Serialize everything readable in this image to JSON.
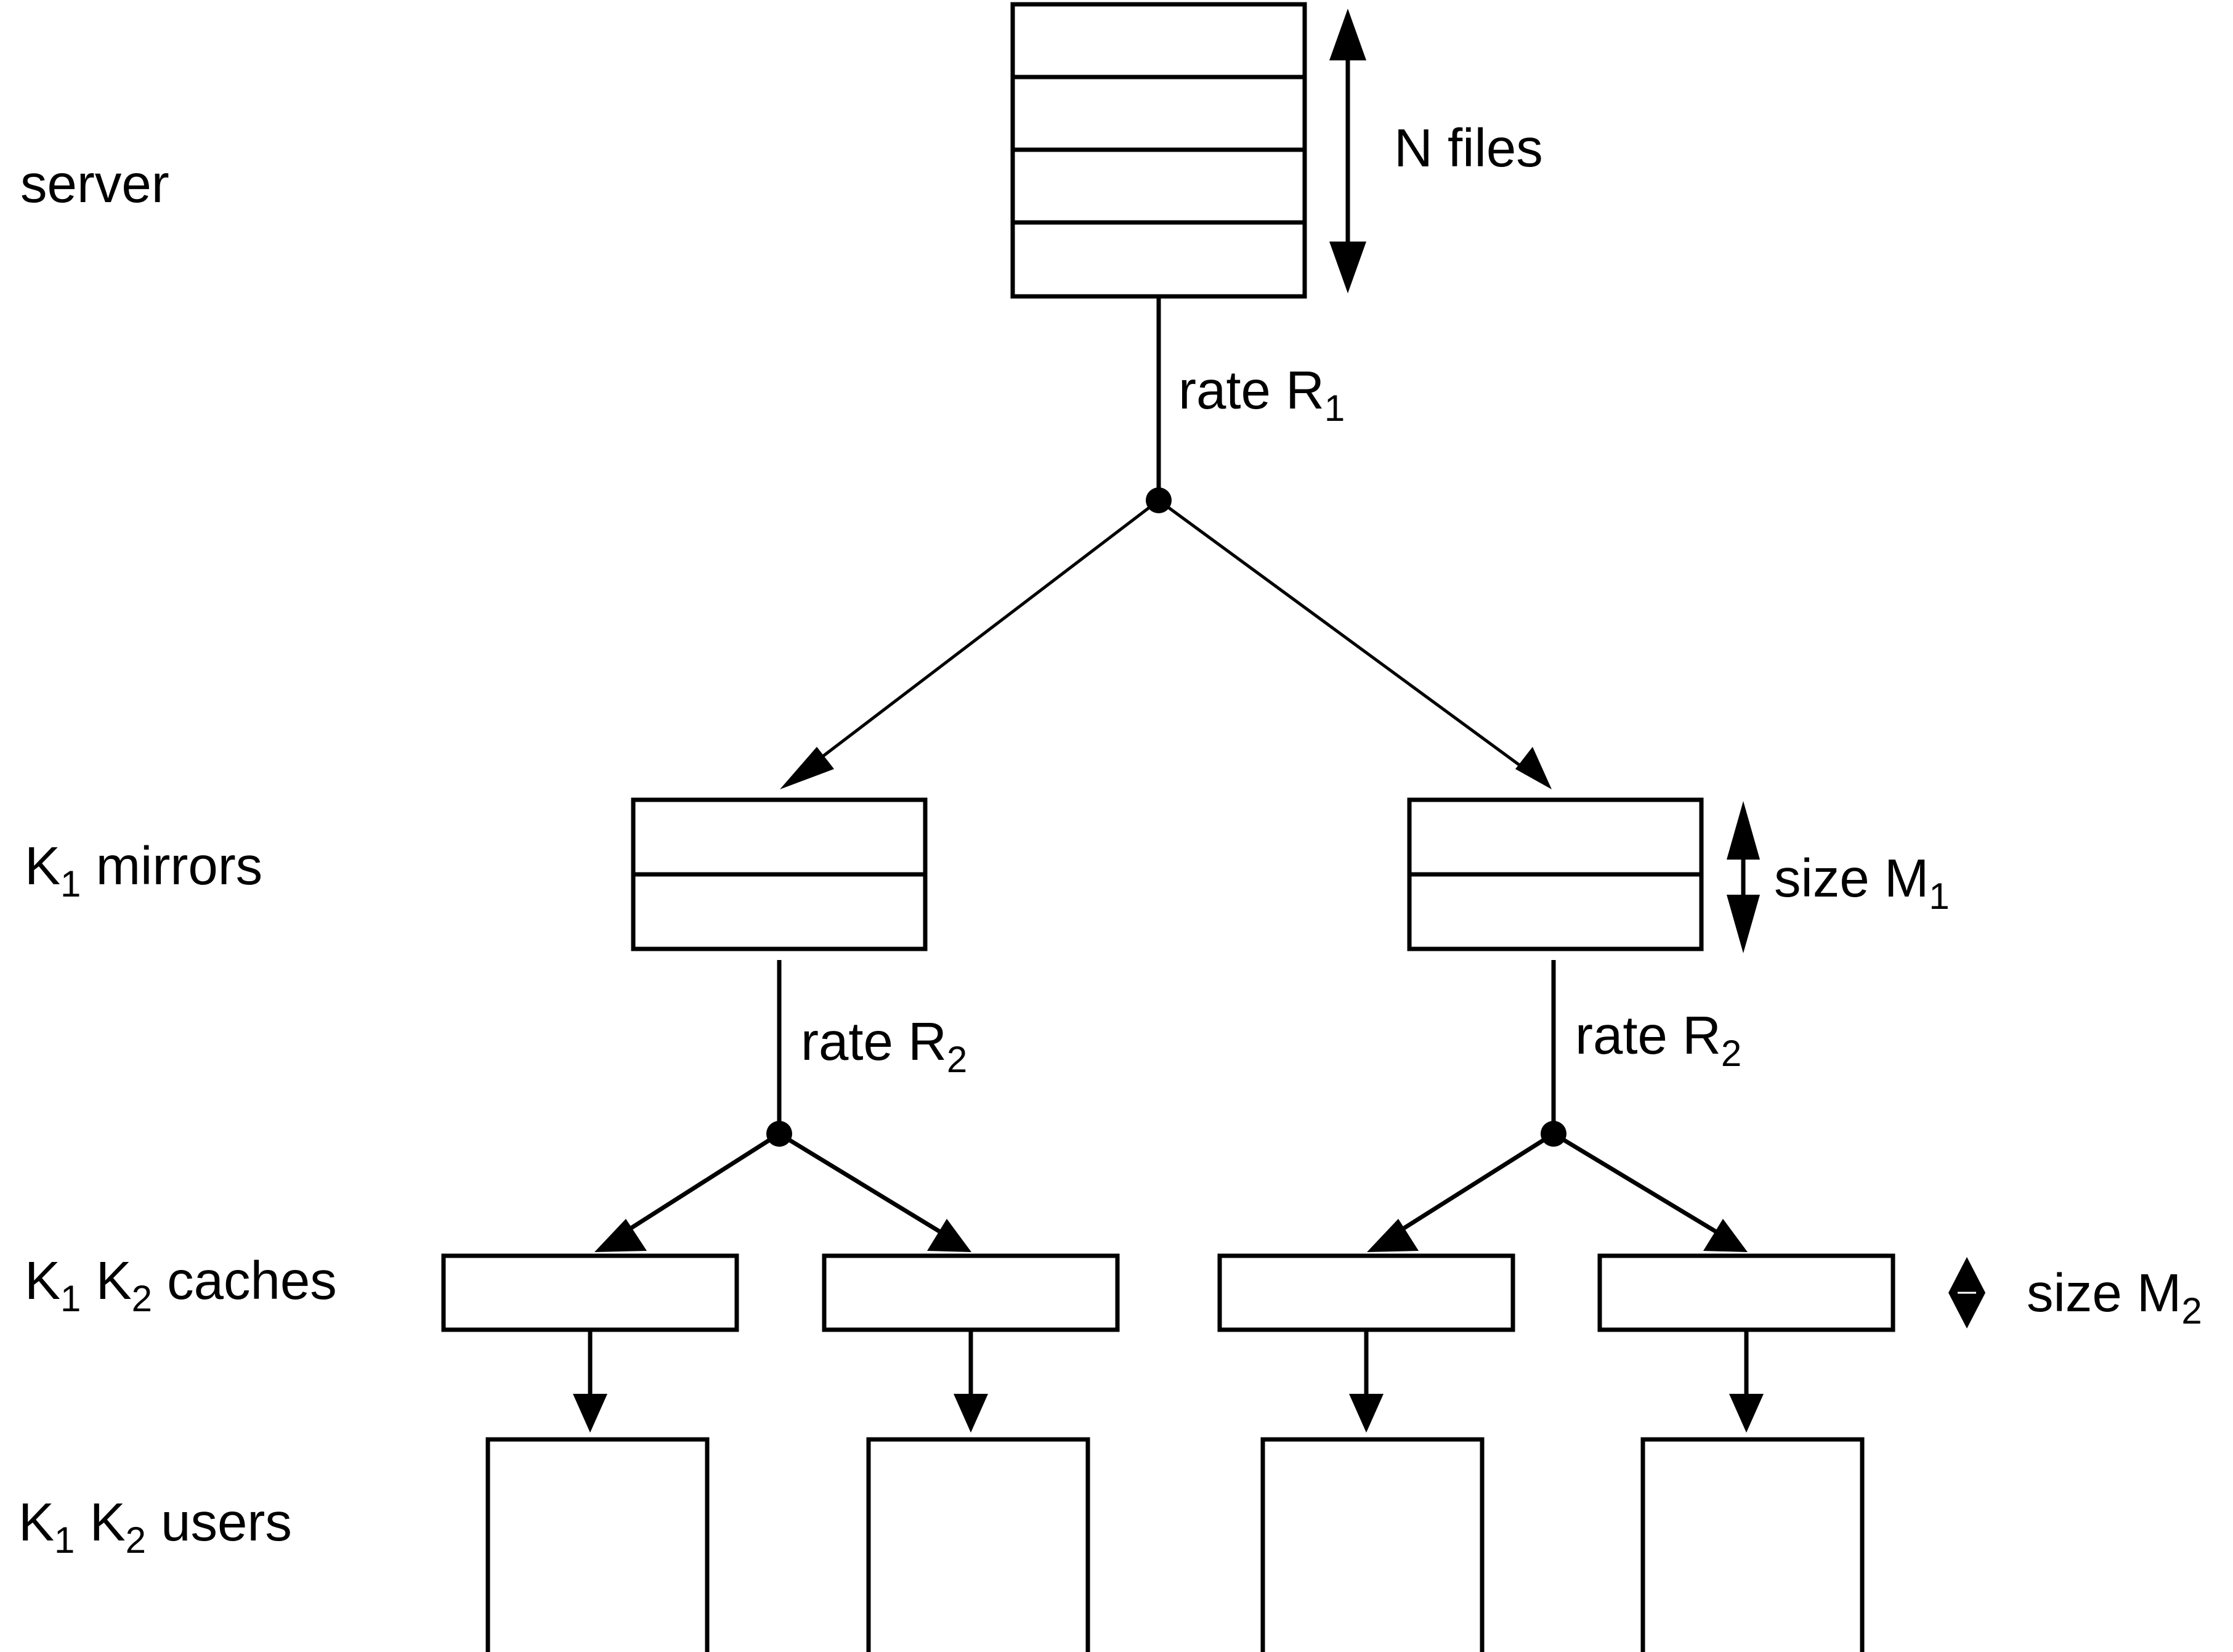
{
  "levels": {
    "server": "server",
    "mirrors": {
      "k": "K",
      "k_sub": "1",
      "rest": " mirrors"
    },
    "caches": {
      "k1": "K",
      "k1_sub": "1",
      "k2": " K",
      "k2_sub": "2",
      "rest": " caches"
    },
    "users": {
      "k1": "K",
      "k1_sub": "1",
      "k2": " K",
      "k2_sub": "2",
      "rest": " users"
    }
  },
  "annotations": {
    "n_files": "N files",
    "rate_r1": {
      "main": "rate R",
      "sub": "1"
    },
    "rate_r2_left": {
      "main": "rate R",
      "sub": "2"
    },
    "rate_r2_right": {
      "main": "rate R",
      "sub": "2"
    },
    "size_m1": {
      "main": "size M",
      "sub": "1"
    },
    "size_m2": {
      "main": "size M",
      "sub": "2"
    }
  }
}
